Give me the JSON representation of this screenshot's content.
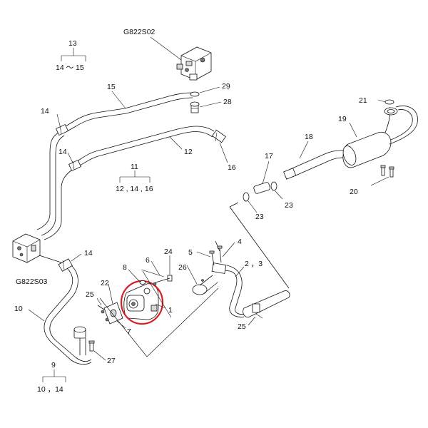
{
  "diagram": {
    "highlight_color": "#d81f26",
    "line_color": "#111111",
    "labels": {
      "g822s02": "G822S02",
      "g822s03": "G822S03",
      "n1": "1",
      "n2_3": "2 ，3",
      "n4": "4",
      "n5": "5",
      "n6": "6",
      "n7": "7",
      "n8": "8",
      "n9": "9",
      "n10": "10",
      "n11": "11",
      "n12": "12",
      "n13": "13",
      "n14_a": "14",
      "n14_b": "14",
      "n14_c": "14",
      "n15": "15",
      "n16": "16",
      "n17": "17",
      "n18": "18",
      "n19": "19",
      "n20": "20",
      "n21": "21",
      "n22": "22",
      "n23_a": "23",
      "n23_b": "23",
      "n24": "24",
      "n25_a": "25",
      "n25_b": "25",
      "n26": "26",
      "n27": "27",
      "n28": "28",
      "n29": "29"
    },
    "groups": {
      "g13": "14 ～ 15",
      "g11": "12 , 14 , 16",
      "g9": "10 ，14"
    }
  }
}
